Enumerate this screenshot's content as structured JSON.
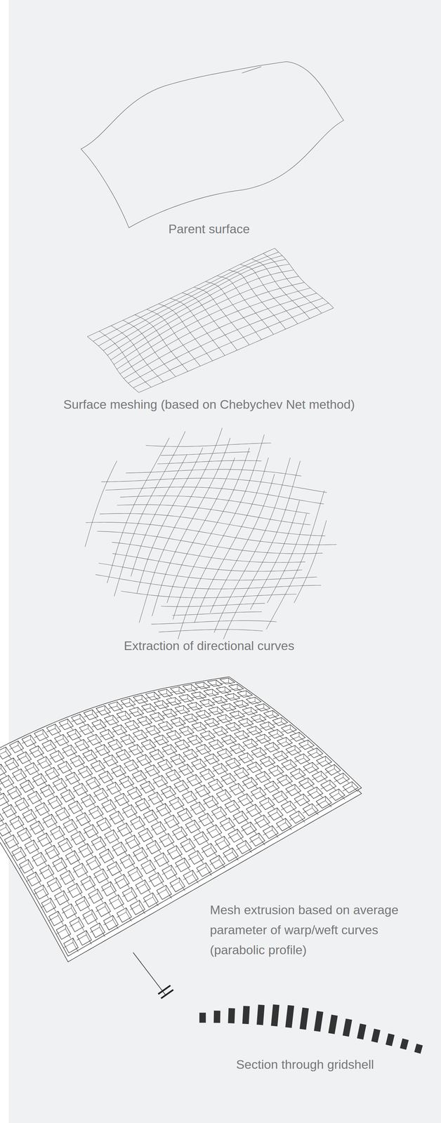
{
  "diagram": {
    "labels": [
      "Parent surface",
      "Surface meshing (based on Chebychev Net method)",
      "Extraction of directional curves",
      "Mesh extrusion based on average parameter of warp/weft curves (parabolic profile)",
      "Section through gridshell"
    ]
  }
}
